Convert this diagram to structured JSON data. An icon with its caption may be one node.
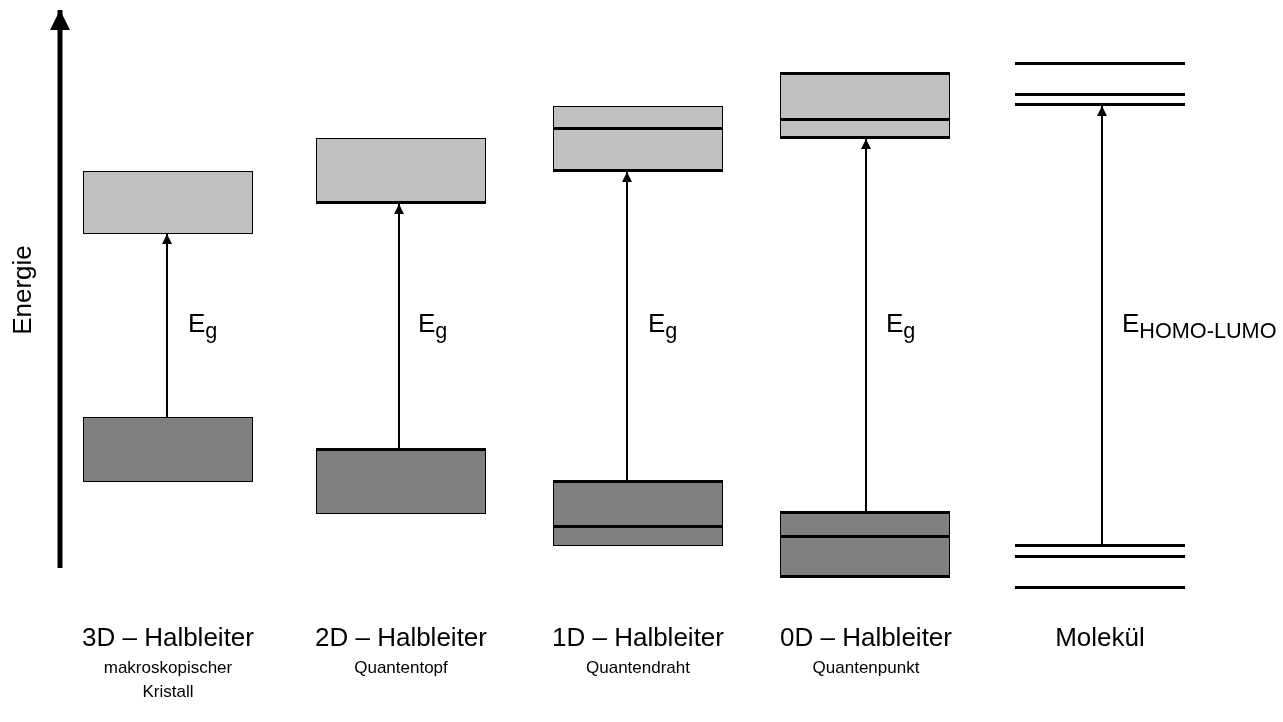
{
  "diagram": {
    "nodes": [
      {
        "text": [],
        "shape": "box"
      },
      {
        "text": [],
        "shape": "box"
      },
      {
        "text": [],
        "shape": "box"
      },
      {
        "text": [],
        "shape": "box"
      },
      {
        "text": [],
        "shape": "box"
      },
      {
        "text": [],
        "shape": "box"
      },
      {
        "text": [],
        "shape": "box"
      },
      {
        "text": [],
        "shape": "box"
      },
      {
        "text": [],
        "shape": "bar"
      },
      {
        "text": [],
        "shape": "bar"
      },
      {
        "text": [],
        "shape": "bar"
      },
      {
        "text": [],
        "shape": "bar"
      },
      {
        "text": [],
        "shape": "bar"
      },
      {
        "text": [],
        "shape": "bar"
      }
    ],
    "edges": [
      {
        "from": 1,
        "to": 0,
        "arrow": "to",
        "label": "E$_{g}$"
      },
      {
        "from": 3,
        "to": 2,
        "arrow": "to",
        "label": "E$_{g}$"
      },
      {
        "from": 5,
        "to": 4,
        "arrow": "to",
        "label": "E$_{g}$"
      },
      {
        "from": 7,
        "to": 6,
        "arrow": "to",
        "label": "E$_{g}$"
      },
      {
        "from": 11,
        "to": 10,
        "arrow": "to",
        "label": "E$_{HOMO-LUMO}$"
      }
    ],
    "labels": [
      "Energie",
      "3D – Halbleiter",
      "makroskopischer Kristall",
      "2D – Halbleiter",
      "Quantentopf",
      "1D – Halbleiter",
      "Quantendraht",
      "0D – Halbleiter",
      "Quantenpunkt",
      "Molekül"
    ]
  }
}
